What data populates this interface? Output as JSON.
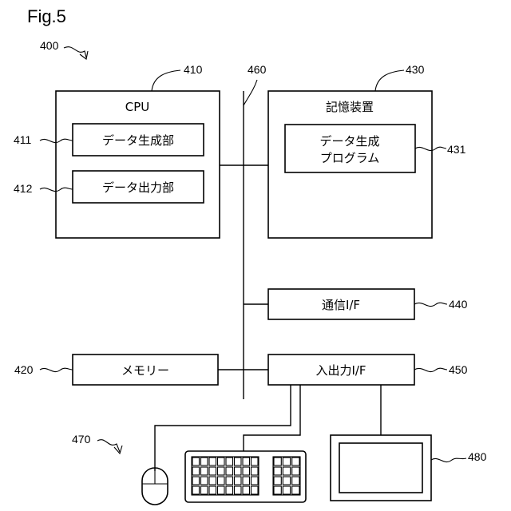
{
  "figure": {
    "title": "Fig.5"
  },
  "refs": {
    "system": "400",
    "cpu": "410",
    "data_gen_unit": "411",
    "data_out_unit": "412",
    "memory": "420",
    "storage": "430",
    "program": "431",
    "comm_if": "440",
    "io_if": "450",
    "bus": "460",
    "input_devices": "470",
    "display": "480"
  },
  "labels": {
    "cpu": "CPU",
    "data_gen_unit": "データ生成部",
    "data_out_unit": "データ出力部",
    "storage": "記憶装置",
    "program_line1": "データ生成",
    "program_line2": "プログラム",
    "comm_if": "通信I/F",
    "memory": "メモリー",
    "io_if": "入出力I/F"
  }
}
